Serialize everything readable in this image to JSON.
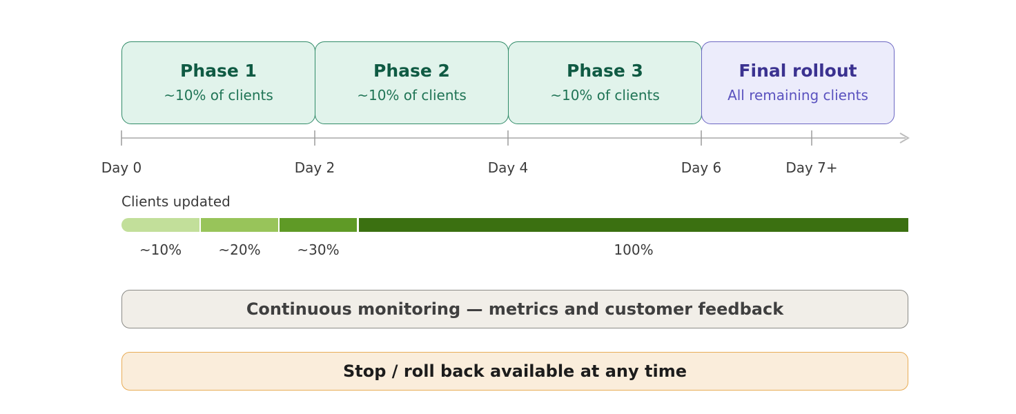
{
  "phases": [
    {
      "title": "Phase 1",
      "subtitle": "~10% of clients"
    },
    {
      "title": "Phase 2",
      "subtitle": "~10% of clients"
    },
    {
      "title": "Phase 3",
      "subtitle": "~10% of clients"
    },
    {
      "title": "Final rollout",
      "subtitle": "All remaining clients"
    }
  ],
  "timeline": {
    "days": [
      "Day 0",
      "Day 2",
      "Day 4",
      "Day 6",
      "Day 7+"
    ]
  },
  "progress": {
    "label": "Clients updated",
    "segments": [
      "~10%",
      "~20%",
      "~30%",
      "100%"
    ]
  },
  "banners": {
    "monitoring": "Continuous monitoring — metrics and customer feedback",
    "stop": "Stop / roll back available at any time"
  },
  "colors": {
    "phase_fill": "#e1f3eb",
    "phase_border": "#2f8a67",
    "final_fill": "#ececfb",
    "final_border": "#6b66c2",
    "progress": [
      "#c2df9a",
      "#98c45a",
      "#5f9a26",
      "#3b7011"
    ],
    "monitor_fill": "#f1eee8",
    "stop_fill": "#faeddb",
    "stop_border": "#e8ac55"
  }
}
